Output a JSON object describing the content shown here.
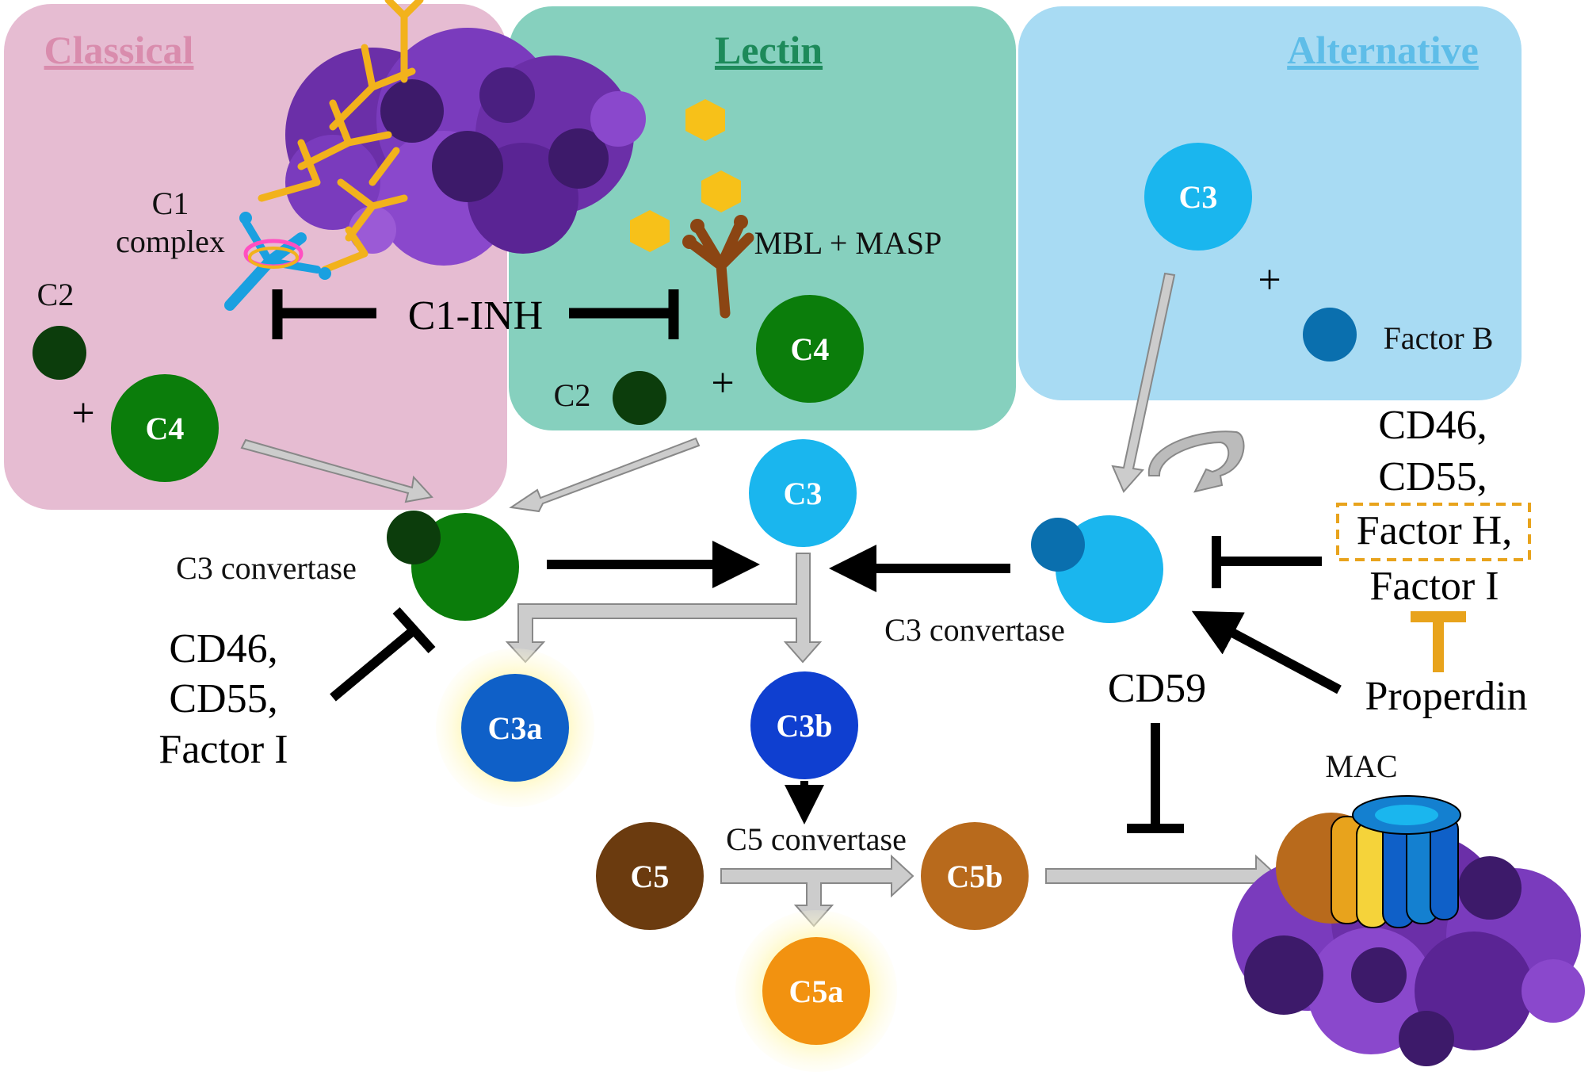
{
  "pathways": {
    "classical": "Classical",
    "lectin": "Lectin",
    "alternative": "Alternative"
  },
  "labels": {
    "c1_complex_line1": "C1",
    "c1_complex_line2": "complex",
    "mbl_masp": "MBL + MASP",
    "c1_inh": "C1-INH",
    "c2_classical": "C2",
    "c2_lectin": "C2",
    "plus_classical": "+",
    "plus_lectin": "+",
    "plus_alternative": "+",
    "factor_b": "Factor B",
    "c3_convertase_left": "C3 convertase",
    "c3_convertase_right": "C3 convertase",
    "c5_convertase": "C5 convertase",
    "mac": "MAC",
    "cd59": "CD59",
    "properdin": "Properdin",
    "left_regulators": [
      "CD46,",
      "CD55,",
      "Factor I"
    ],
    "right_regulators": [
      "CD46,",
      "CD55,",
      "Factor H,",
      "Factor I"
    ]
  },
  "molecules": {
    "c4_classical": "C4",
    "c4_lectin": "C4",
    "c3_alternative": "C3",
    "c3_center": "C3",
    "c3a": "C3a",
    "c3b": "C3b",
    "c5": "C5",
    "c5a": "C5a",
    "c5b": "C5b"
  },
  "colors": {
    "classical_bg": "#e6bcd2",
    "classical_title": "#d98cad",
    "lectin_bg": "#86d0be",
    "lectin_title": "#1d8a5a",
    "alternative_bg": "#a8dbf3",
    "alternative_title": "#5ebde8",
    "dark_green": "#0c3d0c",
    "green": "#0b7d0b",
    "light_blue": "#1ab6ee",
    "mid_blue": "#0f60c8",
    "dark_blue": "#0f3fd0",
    "factor_b_blue": "#0a6fae",
    "dark_brown": "#6b3b0f",
    "brown": "#b86a1c",
    "orange": "#f29210",
    "gold": "#e8a31c",
    "pathogen": "#6b2fa8",
    "gray_arrow": "#c8c8c8"
  }
}
